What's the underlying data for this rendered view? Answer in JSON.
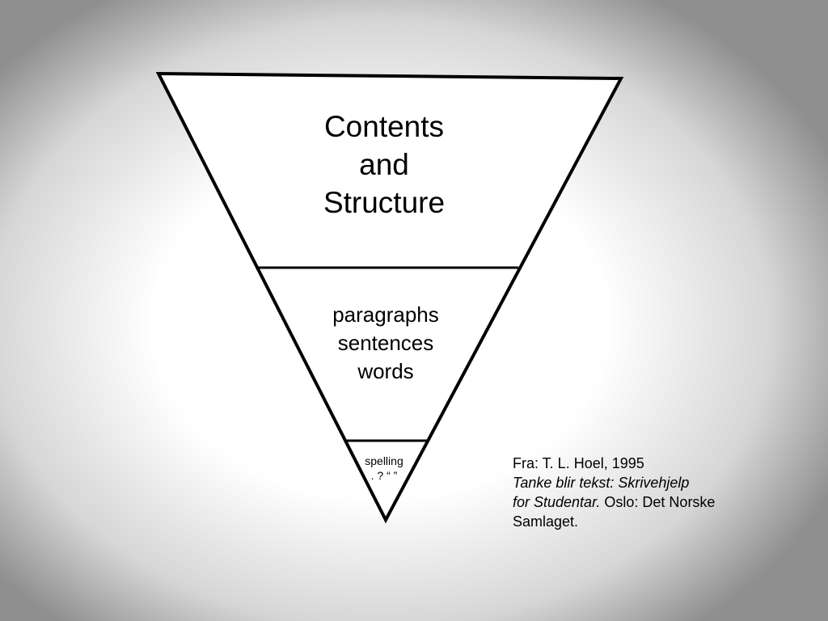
{
  "diagram": {
    "tiers": [
      {
        "lines": [
          "Contents",
          "and",
          "Structure"
        ]
      },
      {
        "lines": [
          "paragraphs",
          "sentences",
          "words"
        ]
      },
      {
        "lines": [
          "spelling",
          ". ? “ ”"
        ]
      }
    ]
  },
  "citation": {
    "line1": "Fra: T. L. Hoel, 1995",
    "line2": "Tanke blir tekst: Skrivehjelp",
    "line3_italic": "for Studentar.",
    "line3_rest": " Oslo: Det Norske",
    "line4": "Samlaget."
  }
}
